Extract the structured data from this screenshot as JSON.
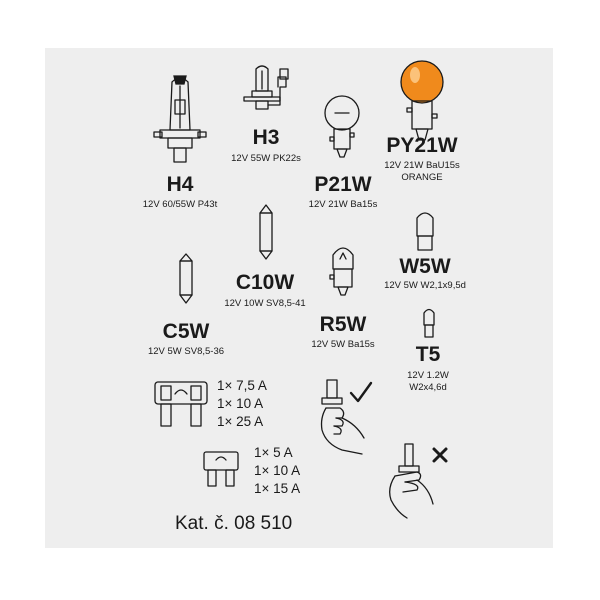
{
  "bulbs": [
    {
      "name": "H4",
      "spec": "12V 60/55W P43t"
    },
    {
      "name": "H3",
      "spec": "12V 55W PK22s"
    },
    {
      "name": "P21W",
      "spec": "12V 21W Ba15s"
    },
    {
      "name": "PY21W",
      "spec": "12V 21W BaU15s",
      "spec2": "ORANGE"
    },
    {
      "name": "W5W",
      "spec": "12V 5W W2,1x9,5d"
    },
    {
      "name": "C10W",
      "spec": "12V 10W SV8,5-41"
    },
    {
      "name": "C5W",
      "spec": "12V 5W SV8,5-36"
    },
    {
      "name": "R5W",
      "spec": "12V 5W Ba15s"
    },
    {
      "name": "T5",
      "spec": "12V 1.2W",
      "spec2": "W2x4,6d"
    }
  ],
  "fuses_large": [
    "1× 7,5 A",
    "1× 10 A",
    "1× 25 A"
  ],
  "fuses_small": [
    "1× 5 A",
    "1× 10 A",
    "1× 15 A"
  ],
  "catalog": "Kat. č. 08 510",
  "colors": {
    "background": "#eeeeee",
    "ink": "#1a1a1a",
    "orange_bulb": "#f08a1c"
  },
  "icons": [
    "check-mark-icon",
    "cross-mark-icon"
  ]
}
